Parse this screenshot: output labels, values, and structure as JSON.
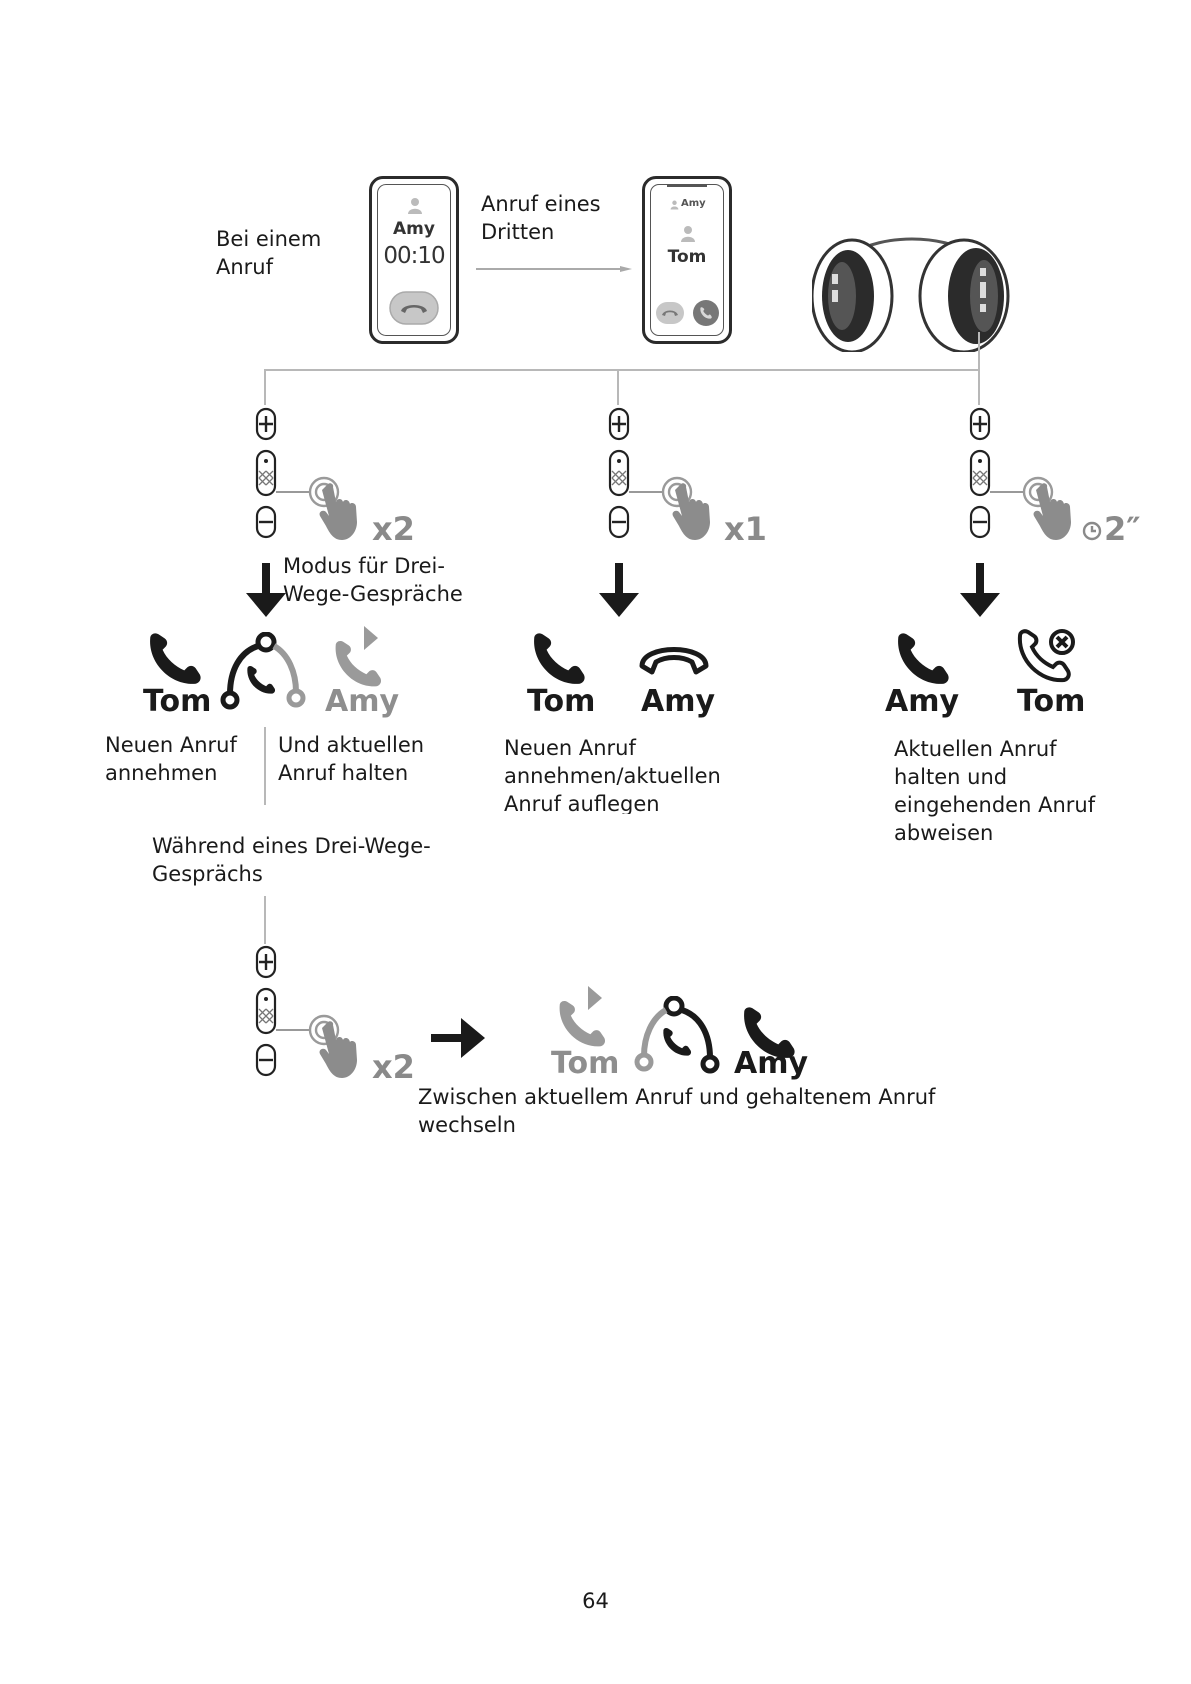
{
  "page": {
    "number": "64"
  },
  "top": {
    "during_call_label": "Bei einem\nAnruf",
    "third_party_label": "Anruf eines\nDritten",
    "phone_left": {
      "caller": "Amy",
      "timer": "00:10"
    },
    "phone_right": {
      "waiting_caller": "Amy",
      "caller": "Tom"
    }
  },
  "col_left": {
    "press_count": "x2",
    "mode_label": "Modus für Drei-\nWege-Gespräche",
    "name_active": "Tom",
    "name_hold": "Amy",
    "caption_left": "Neuen Anruf\nannehmen",
    "caption_right": "Und aktuellen\nAnruf halten"
  },
  "col_mid": {
    "press_count": "x1",
    "name_active": "Tom",
    "name_ended": "Amy",
    "caption": "Neuen Anruf\nannehmen/aktuellen\nAnruf auflegen"
  },
  "col_right": {
    "press_count": "2″",
    "name_active": "Amy",
    "name_rejected": "Tom",
    "caption": "Aktuellen Anruf\nhalten und\neingehenden Anruf\nabweisen"
  },
  "bottom": {
    "section_label": "Während eines Drei-Wege-\nGesprächs",
    "press_count": "x2",
    "name_hold": "Tom",
    "name_active": "Amy",
    "caption": "Zwischen aktuellem Anruf und gehaltenem Anruf\nwechseln"
  },
  "colors": {
    "ink": "#1a1a1a",
    "muted": "#8e8e8e",
    "line": "#b8b8b8"
  }
}
